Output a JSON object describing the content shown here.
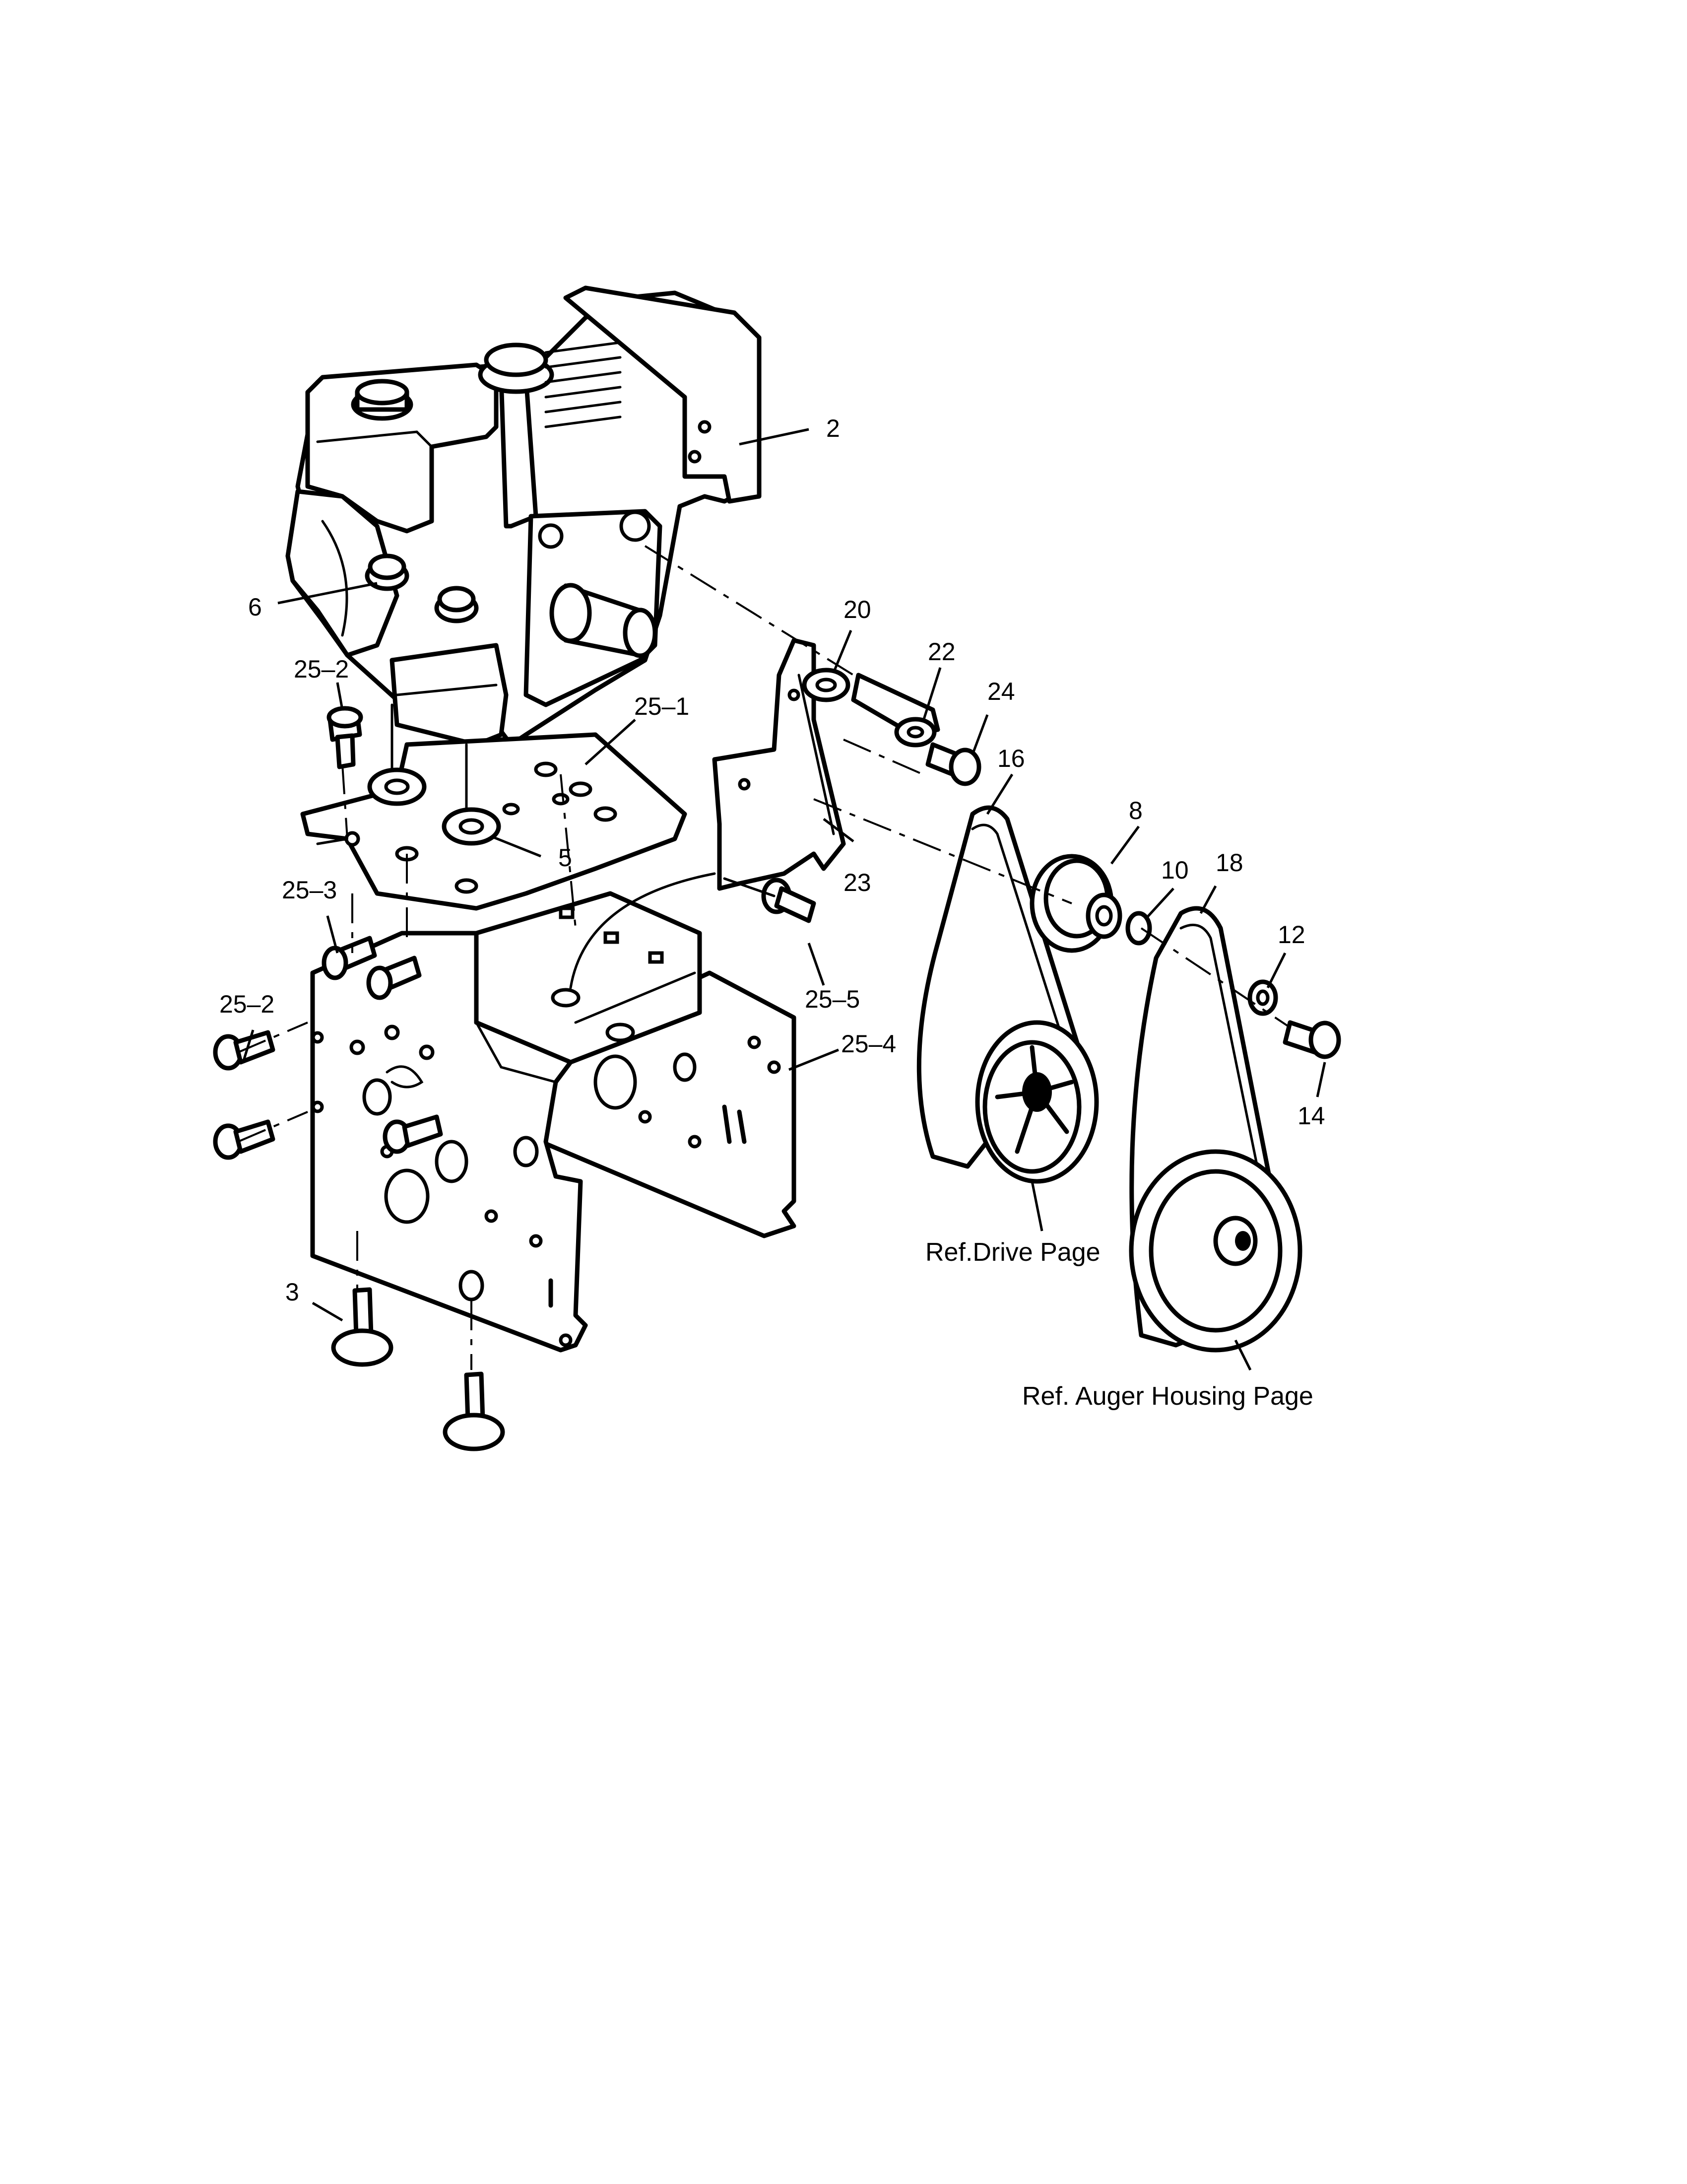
{
  "labels": {
    "p2": "2",
    "p3": "3",
    "p5": "5",
    "p6": "6",
    "p8": "8",
    "p10": "10",
    "p12": "12",
    "p14": "14",
    "p16": "16",
    "p18": "18",
    "p20": "20",
    "p22": "22",
    "p23": "23",
    "p24": "24",
    "p25_1": "25–1",
    "p25_2_top": "25–2",
    "p25_2_bottom": "25–2",
    "p25_3": "25–3",
    "p25_4": "25–4",
    "p25_5": "25–5"
  },
  "references": {
    "drive": "Ref.Drive Page",
    "auger": "Ref. Auger Housing Page"
  }
}
